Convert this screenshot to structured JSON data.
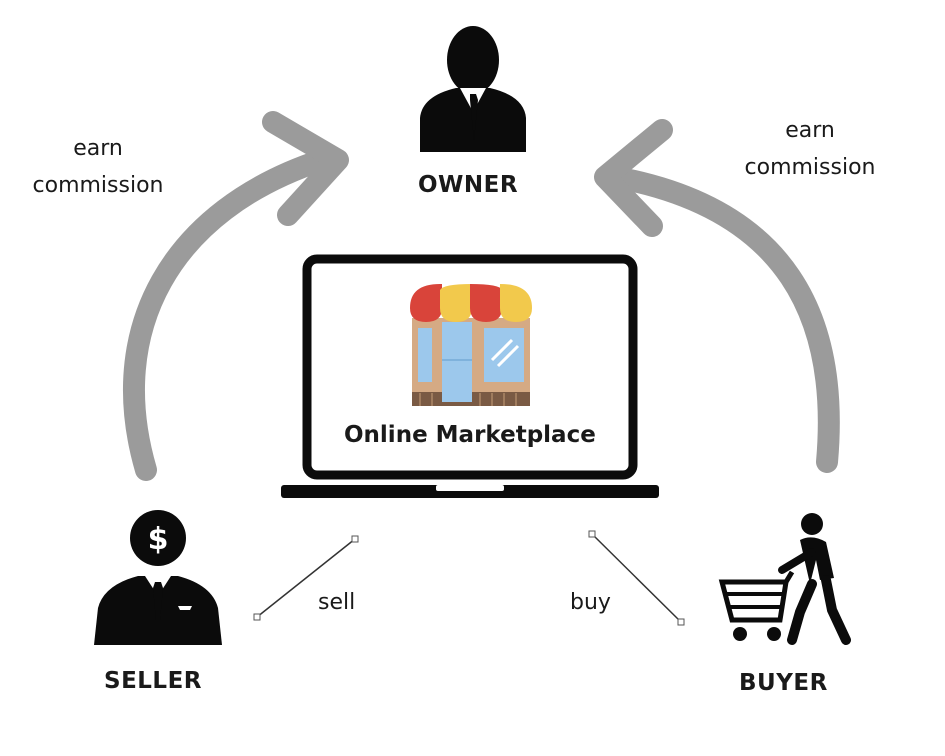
{
  "nodes": {
    "owner": "OWNER",
    "seller": "SELLER",
    "buyer": "BUYER",
    "marketplace": "Online Marketplace"
  },
  "edges": {
    "left_earn_line1": "earn",
    "left_earn_line2": "commission",
    "right_earn_line1": "earn",
    "right_earn_line2": "commission",
    "sell": "sell",
    "buy": "buy"
  },
  "colors": {
    "arrow": "#9b9b9b",
    "icon": "#0b0b0b",
    "awning_red": "#d9443a",
    "awning_yellow": "#f2c94c",
    "shop_blue": "#9cc8ec",
    "shop_frame": "#d5aa84",
    "shop_base": "#7a5a44"
  },
  "icons": [
    "owner-businessman-icon",
    "laptop-icon",
    "shop-icon",
    "seller-dollar-head-icon",
    "buyer-cart-icon"
  ]
}
